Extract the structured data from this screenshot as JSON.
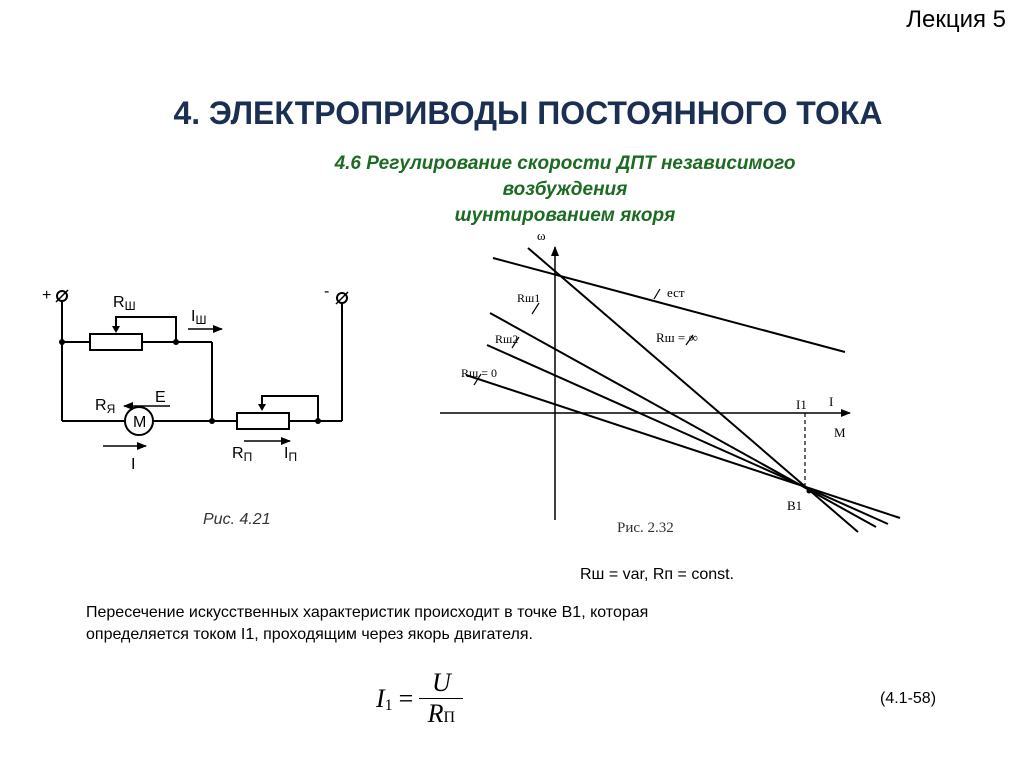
{
  "header": {
    "lecture": "Лекция 5"
  },
  "title": "4. ЭЛЕКТРОПРИВОДЫ ПОСТОЯННОГО ТОКА",
  "subtitle": {
    "line1": "4.6  Регулирование скорости ДПТ независимого",
    "line2": "возбуждения",
    "line3": "шунтированием якоря"
  },
  "circuit": {
    "plus": "+",
    "minus": "-",
    "r_shunt": "R",
    "r_shunt_sub": "Ш",
    "i_shunt": "I",
    "i_shunt_sub": "Ш",
    "r_anchor": "R",
    "r_anchor_sub": "Я",
    "emf": "E",
    "motor": "M",
    "current": "I",
    "r_series": "R",
    "r_series_sub": "П",
    "i_series": "I",
    "i_series_sub": "П",
    "caption": "Рис. 4.21"
  },
  "chart_data": {
    "type": "line",
    "caption": "Рис. 2.32",
    "y_axis_label": "ω",
    "x_axis_label_top": "I",
    "x_axis_label_bottom": "M",
    "x_marker": "I1",
    "intersection_point": "B1",
    "lines": [
      {
        "name": "ест"
      },
      {
        "name": "Rш1"
      },
      {
        "name": "Rш2"
      },
      {
        "name": "Rш = 0"
      },
      {
        "name": "Rш = ∞"
      }
    ],
    "condition": "Rш = var, Rп = const."
  },
  "paragraph": {
    "line1": "Пересечение искусственных характеристик происходит в точке  B1, которая",
    "line2": "определяется током  I1,  проходящим через якорь двигателя."
  },
  "formula": {
    "lhs": "I",
    "lhs_sub": "1",
    "eq": "=",
    "num": "U",
    "den": "R",
    "den_sub": "П"
  },
  "equation_number": "(4.1-58)"
}
